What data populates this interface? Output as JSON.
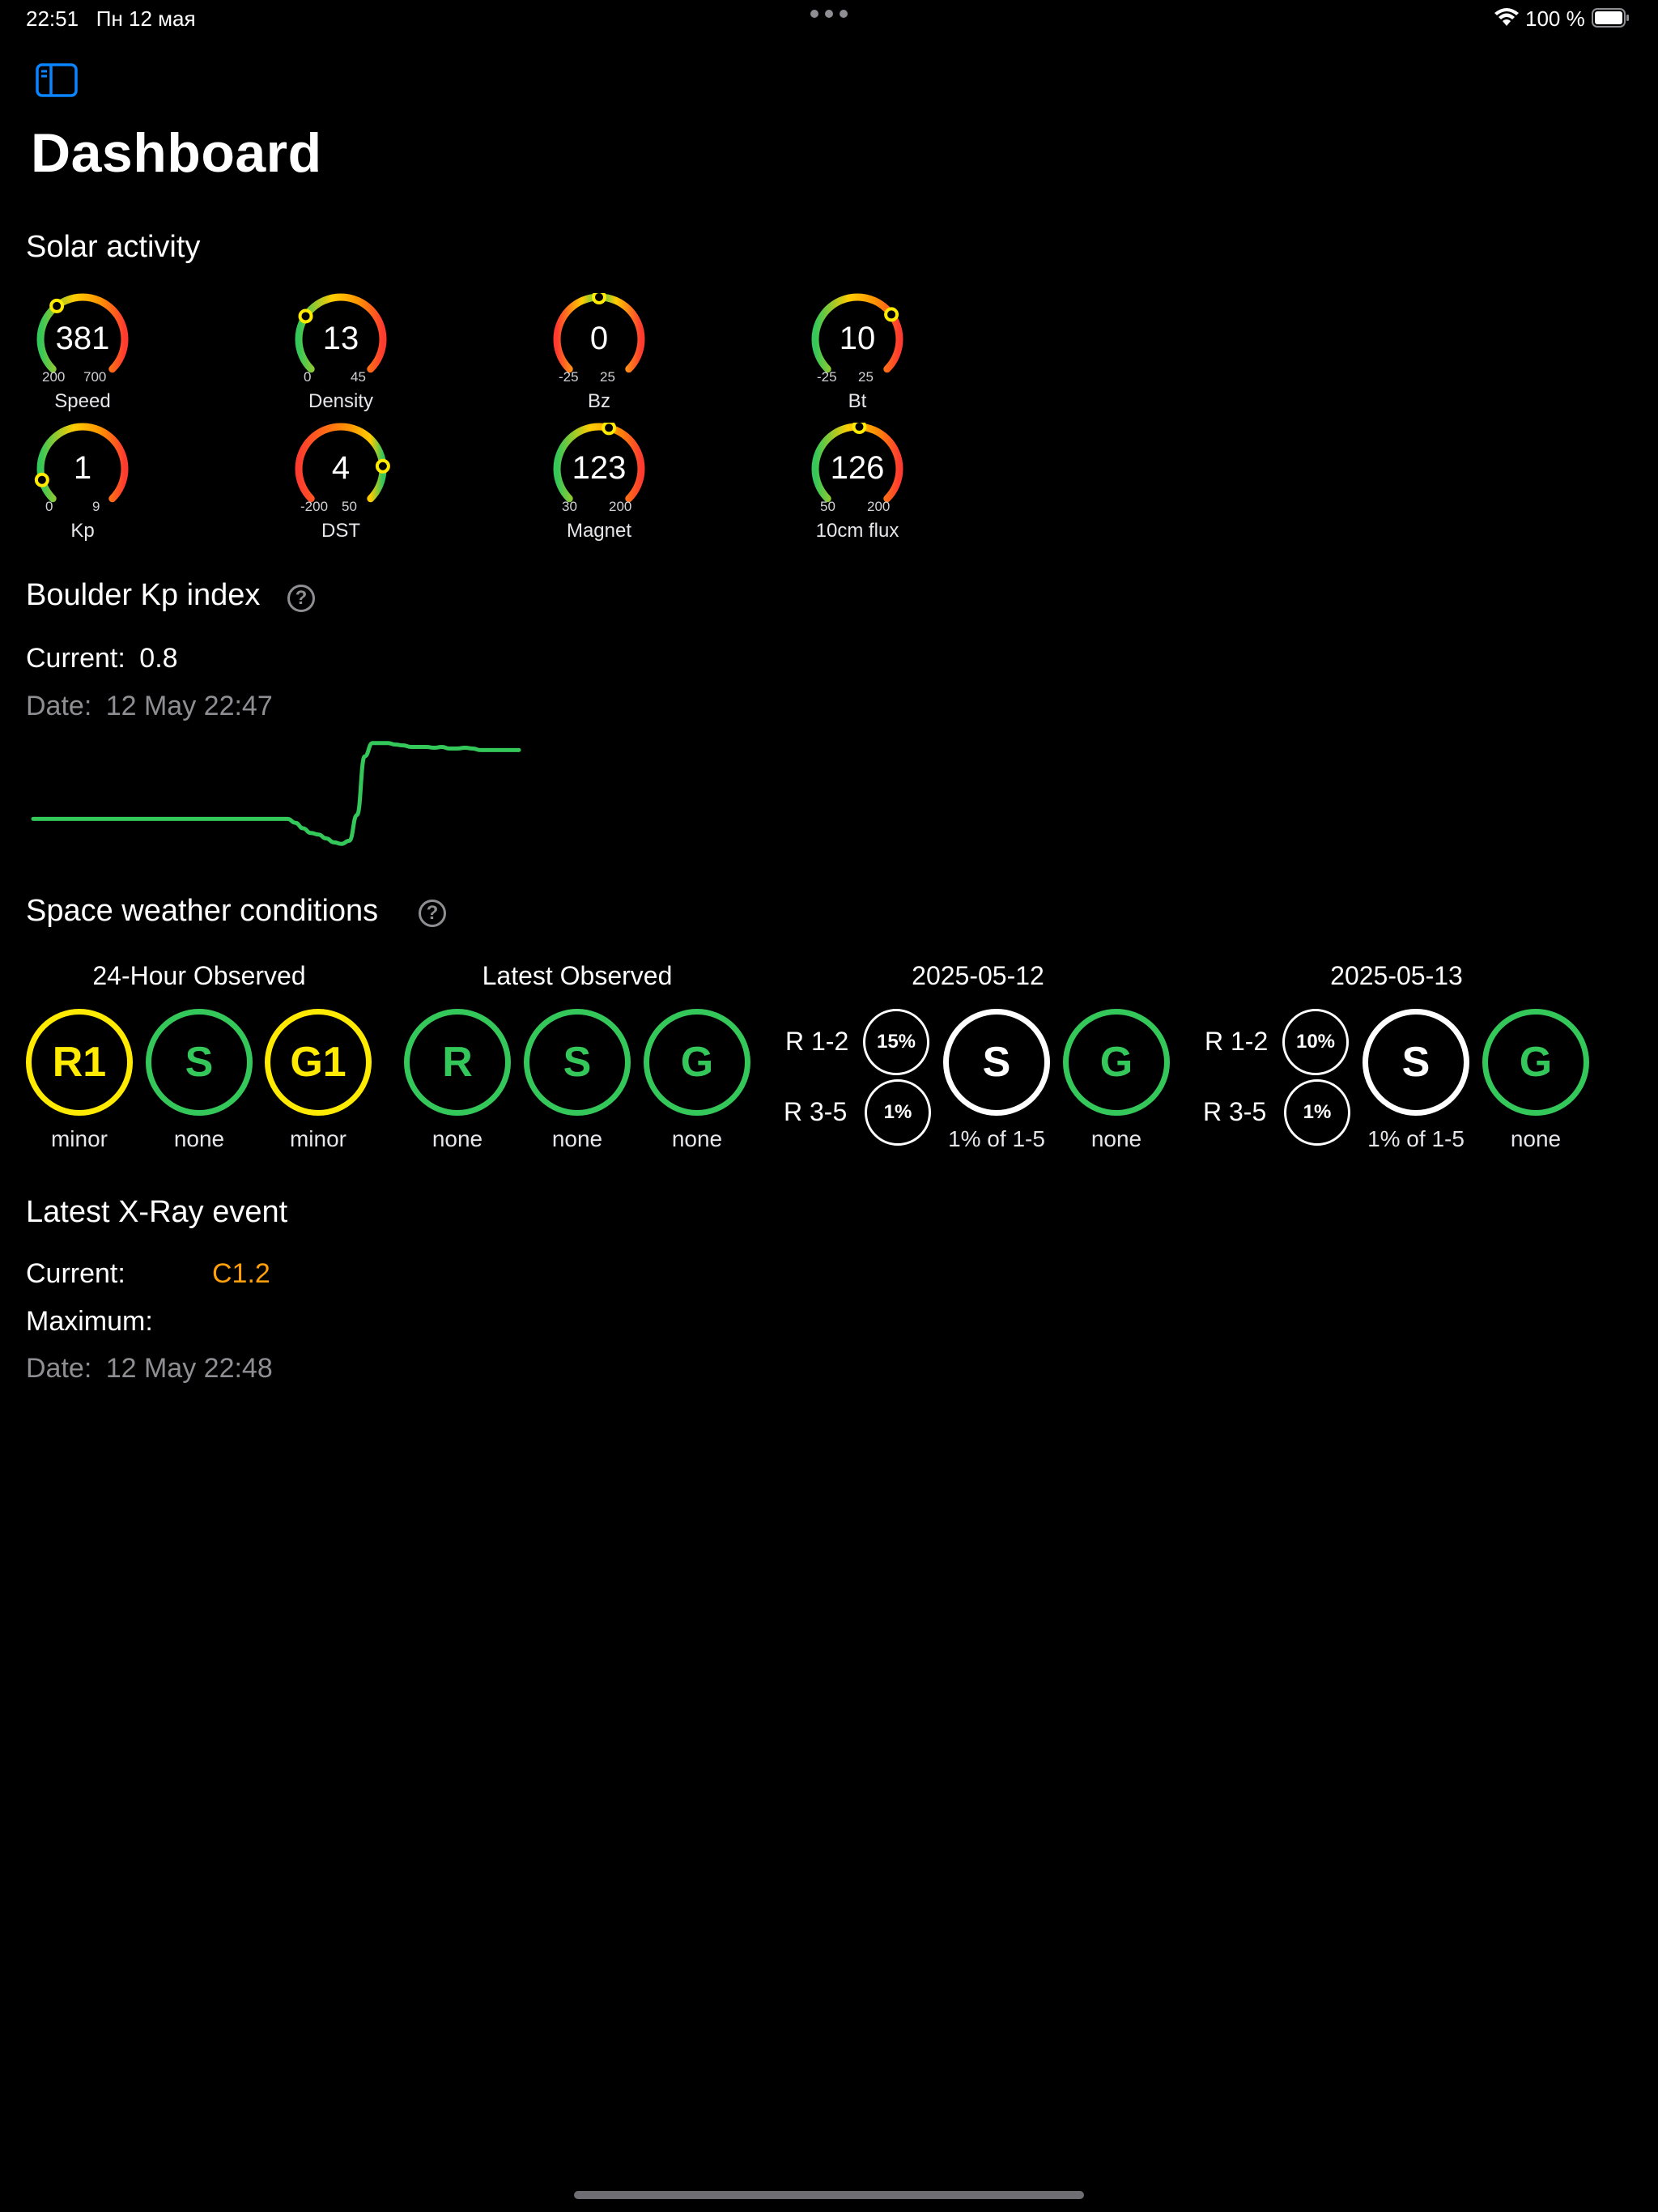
{
  "status_bar": {
    "time": "22:51",
    "date": "Пн 12 мая",
    "battery": "100 %"
  },
  "header": {
    "title": "Dashboard"
  },
  "solar": {
    "title": "Solar activity",
    "gauges": [
      {
        "value": "381",
        "min": "200",
        "max": "700",
        "label": "Speed",
        "level": 0.36
      },
      {
        "value": "13",
        "min": "0",
        "max": "45",
        "label": "Density",
        "level": 0.29
      },
      {
        "value": "0",
        "min": "-25",
        "max": "25",
        "label": "Bz",
        "level": 0.5
      },
      {
        "value": "10",
        "min": "-25",
        "max": "25",
        "label": "Bt",
        "level": 0.7
      },
      {
        "value": "1",
        "min": "0",
        "max": "9",
        "label": "Kp",
        "level": 0.11
      },
      {
        "value": "4",
        "min": "-200",
        "max": "50",
        "label": "DST",
        "level": 0.82
      },
      {
        "value": "123",
        "min": "30",
        "max": "200",
        "label": "Magnet",
        "level": 0.55
      },
      {
        "value": "126",
        "min": "50",
        "max": "200",
        "label": "10cm flux",
        "level": 0.51
      }
    ]
  },
  "kp": {
    "title": "Boulder Kp index",
    "current_label": "Current:",
    "current_value": "0.8",
    "date_label": "Date:",
    "date_value": "12 May 22:47",
    "chart_data": {
      "type": "line",
      "series": [
        {
          "values": [
            0.0,
            0.0,
            0.0,
            0.0,
            0.0,
            0.0,
            0.0,
            0.0,
            0.0,
            0.0,
            0.0,
            0.0,
            0.0,
            0.0,
            0.0,
            0.0,
            0.0,
            0.0,
            0.0,
            0.0,
            0.0,
            0.0,
            0.0,
            0.0,
            0.0,
            0.0,
            0.0,
            0.0,
            0.0,
            0.0,
            0.0,
            0.0,
            0.0,
            0.0,
            -0.05,
            -0.12,
            -0.18,
            -0.2,
            -0.25,
            -0.3,
            -0.32,
            -0.28,
            0.05,
            0.8,
            0.97,
            0.97,
            0.97,
            0.95,
            0.94,
            0.92,
            0.92,
            0.92,
            0.91,
            0.92,
            0.9,
            0.9,
            0.91,
            0.9,
            0.88,
            0.88,
            0.88,
            0.88,
            0.88,
            0.88
          ]
        }
      ]
    }
  },
  "conditions": {
    "title": "Space weather conditions",
    "groups": [
      {
        "header": "24-Hour Observed",
        "items": [
          {
            "letter": "R1",
            "caption": "minor",
            "color": "#ffea00"
          },
          {
            "letter": "S",
            "caption": "none",
            "color": "#34c759"
          },
          {
            "letter": "G1",
            "caption": "minor",
            "color": "#ffea00"
          }
        ]
      },
      {
        "header": "Latest Observed",
        "items": [
          {
            "letter": "R",
            "caption": "none",
            "color": "#34c759"
          },
          {
            "letter": "S",
            "caption": "none",
            "color": "#34c759"
          },
          {
            "letter": "G",
            "caption": "none",
            "color": "#34c759"
          }
        ]
      },
      {
        "header": "2025-05-12",
        "r12_label": "R 1-2",
        "r12": "15%",
        "r35_label": "R 3-5",
        "r35": "1%",
        "s_letter": "S",
        "s_caption": "1% of 1-5",
        "g_letter": "G",
        "g_caption": "none"
      },
      {
        "header": "2025-05-13",
        "r12_label": "R 1-2",
        "r12": "10%",
        "r35_label": "R 3-5",
        "r35": "1%",
        "s_letter": "S",
        "s_caption": "1% of 1-5",
        "g_letter": "G",
        "g_caption": "none"
      }
    ]
  },
  "xray": {
    "title": "Latest X-Ray event",
    "current_label": "Current:",
    "current_value": "C1.2",
    "current_color": "#ff9f0a",
    "maximum_label": "Maximum:",
    "date_label": "Date:",
    "date_value": "12 May 22:48"
  }
}
